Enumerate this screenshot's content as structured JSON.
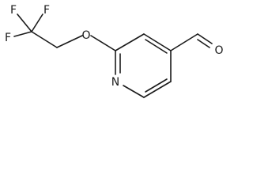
{
  "molecule": {
    "atoms": {
      "fluorine_top_left": "F",
      "fluorine_top_right": "F",
      "fluorine_left": "F",
      "ether_oxygen": "O",
      "ring_nitrogen": "N",
      "aldehyde_oxygen": "O"
    }
  }
}
